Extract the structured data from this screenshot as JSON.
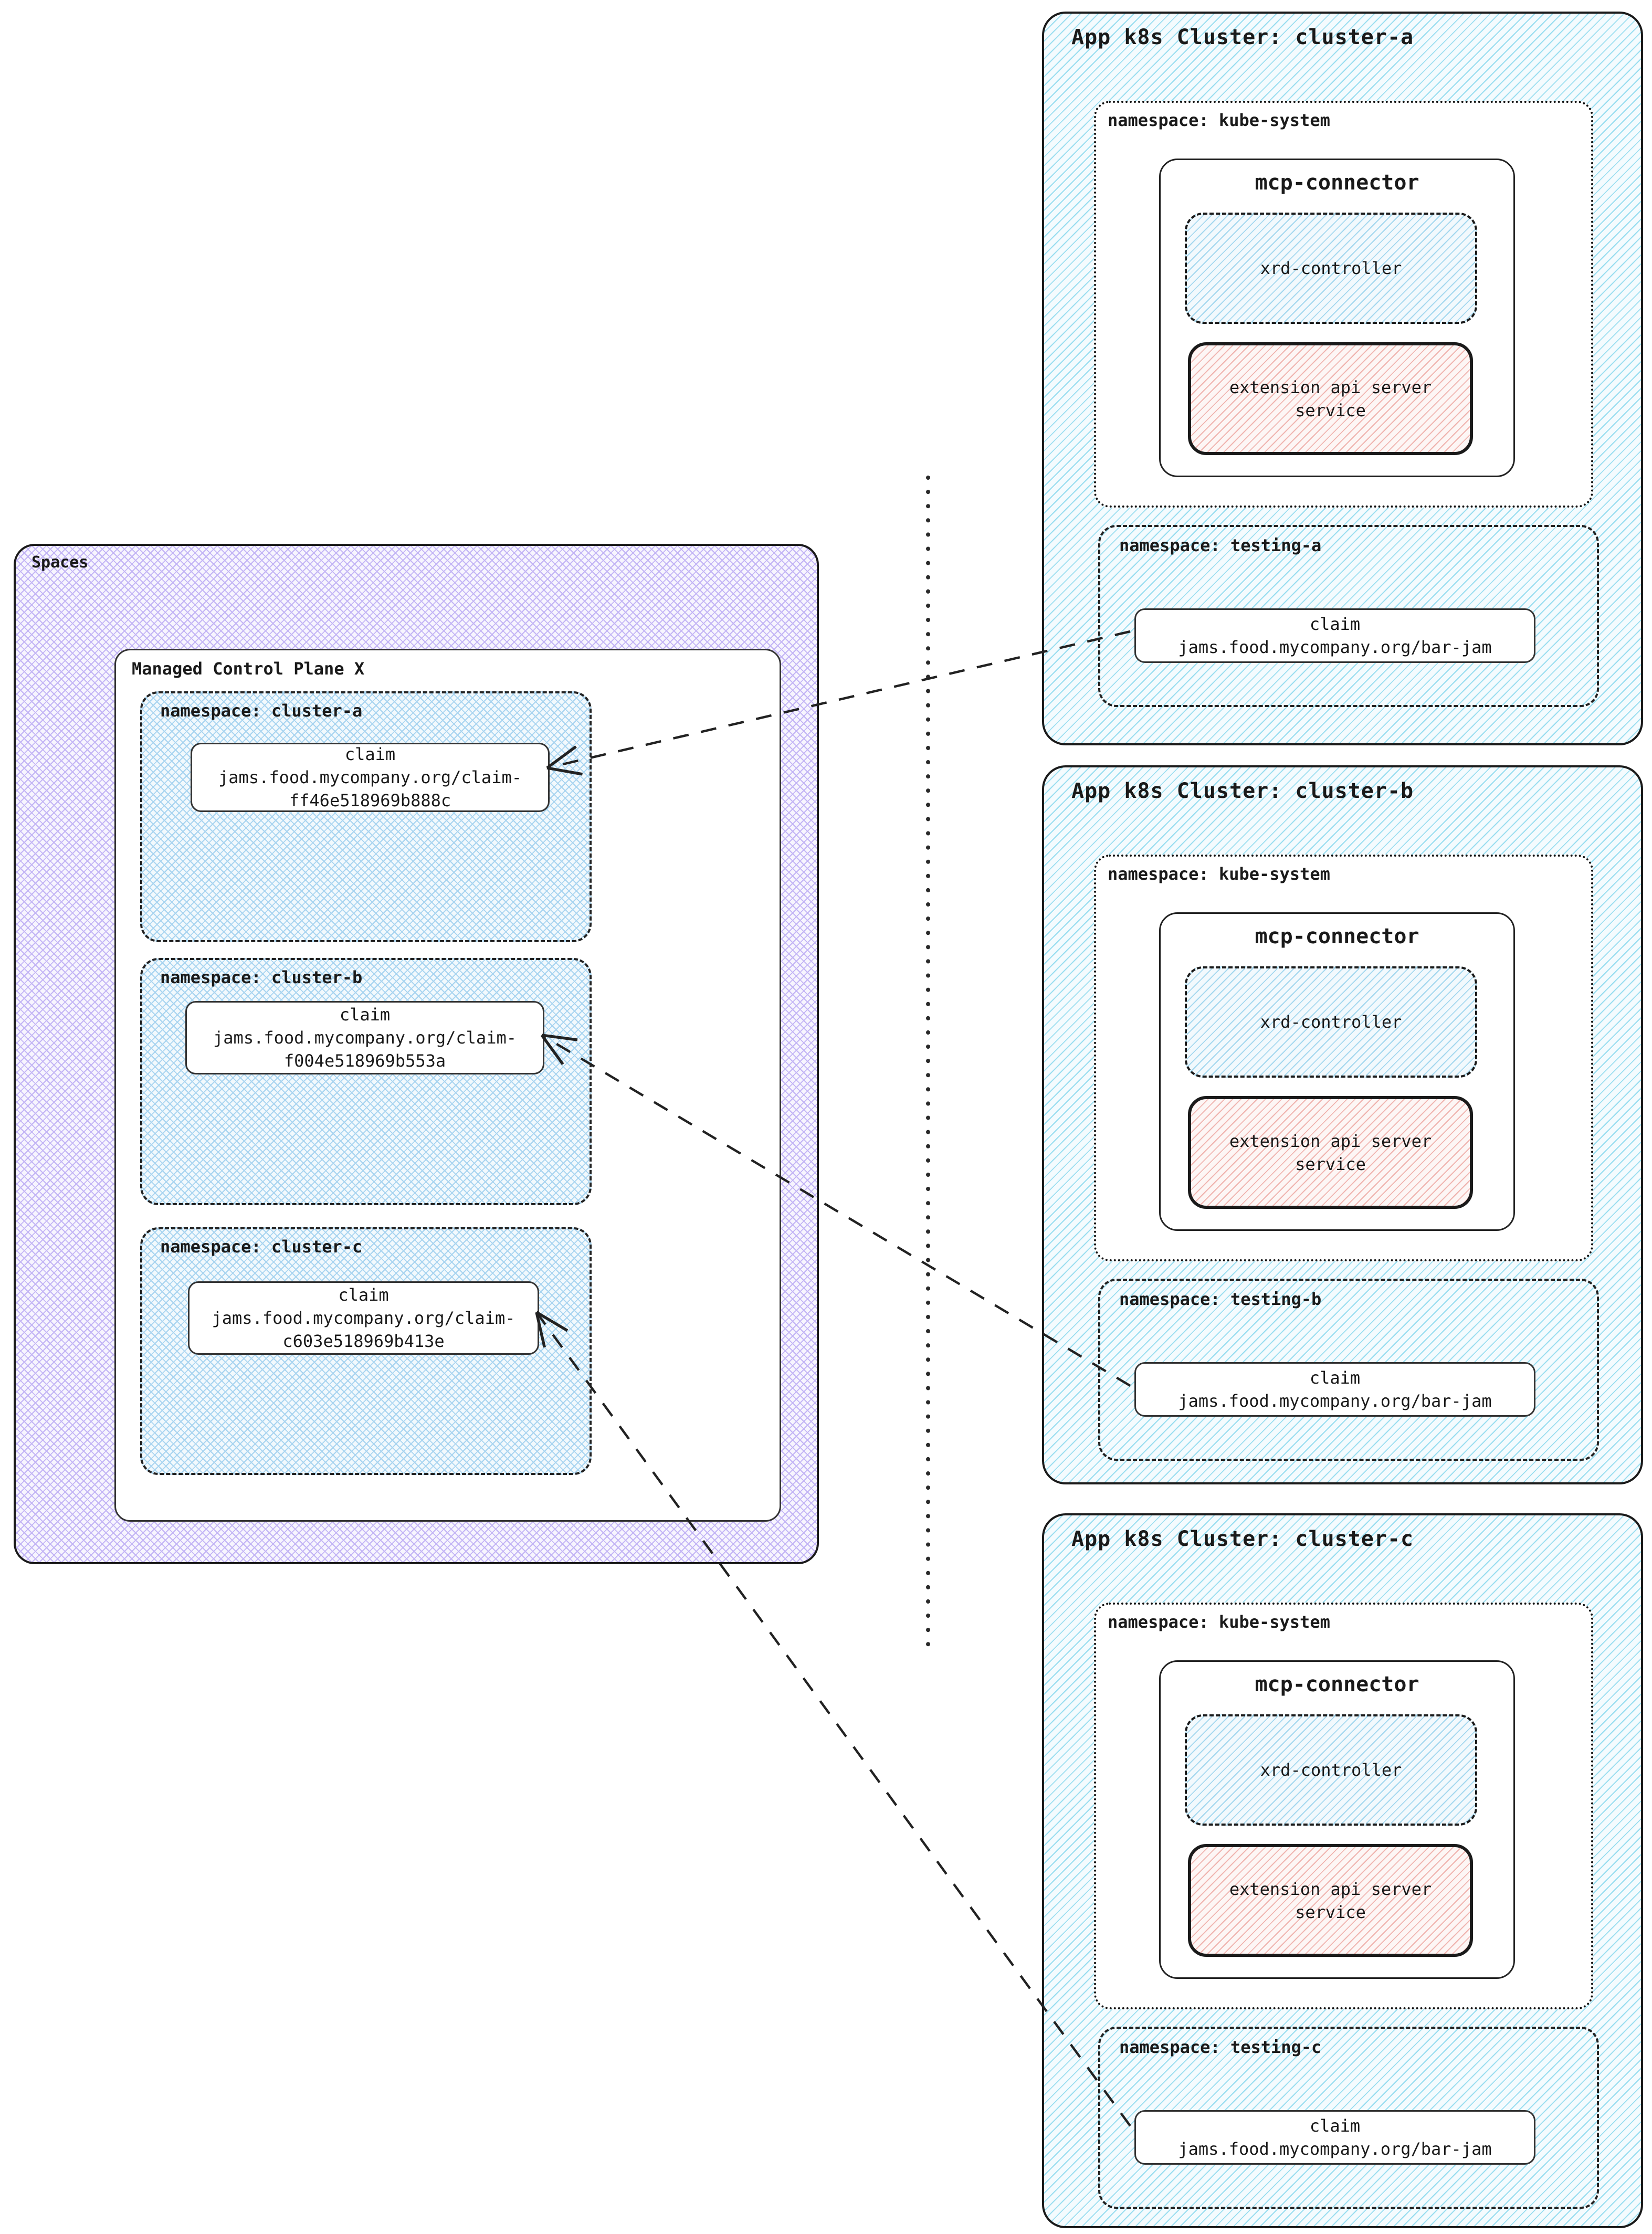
{
  "spaces": {
    "label": "Spaces",
    "control_plane": {
      "label": "Managed Control Plane X",
      "namespaces": [
        {
          "label": "namespace: cluster-a",
          "claim": {
            "title": "claim",
            "line1": "jams.food.mycompany.org/claim-",
            "line2": "ff46e518969b888c"
          }
        },
        {
          "label": "namespace: cluster-b",
          "claim": {
            "title": "claim",
            "line1": "jams.food.mycompany.org/claim-",
            "line2": "f004e518969b553a"
          }
        },
        {
          "label": "namespace: cluster-c",
          "claim": {
            "title": "claim",
            "line1": "jams.food.mycompany.org/claim-",
            "line2": "c603e518969b413e"
          }
        }
      ]
    }
  },
  "clusters": [
    {
      "title": "App k8s Cluster: cluster-a",
      "kube_namespace": {
        "label": "namespace: kube-system",
        "mcp_connector": {
          "label": "mcp-connector",
          "xrd_controller": {
            "label": "xrd-controller"
          },
          "extension_api": {
            "line1": "extension api server",
            "line2": "service"
          }
        }
      },
      "testing_namespace": {
        "label": "namespace: testing-a",
        "claim": {
          "title": "claim",
          "value": "jams.food.mycompany.org/bar-jam"
        }
      }
    },
    {
      "title": "App k8s Cluster: cluster-b",
      "kube_namespace": {
        "label": "namespace: kube-system",
        "mcp_connector": {
          "label": "mcp-connector",
          "xrd_controller": {
            "label": "xrd-controller"
          },
          "extension_api": {
            "line1": "extension api server",
            "line2": "service"
          }
        }
      },
      "testing_namespace": {
        "label": "namespace: testing-b",
        "claim": {
          "title": "claim",
          "value": "jams.food.mycompany.org/bar-jam"
        }
      }
    },
    {
      "title": "App k8s Cluster: cluster-c",
      "kube_namespace": {
        "label": "namespace: kube-system",
        "mcp_connector": {
          "label": "mcp-connector",
          "xrd_controller": {
            "label": "xrd-controller"
          },
          "extension_api": {
            "line1": "extension api server",
            "line2": "service"
          }
        }
      },
      "testing_namespace": {
        "label": "namespace: testing-c",
        "claim": {
          "title": "claim",
          "value": "jams.food.mycompany.org/bar-jam"
        }
      }
    }
  ],
  "colors": {
    "cluster_hatch": "#9adef0",
    "namespace_hatch": "#a8d4f0",
    "spaces_hatch": "#c3b5f5",
    "xrd_hatch": "#a5d8ef",
    "ext_hatch": "#f0b5b0",
    "border_dark": "#1a1a1a"
  }
}
